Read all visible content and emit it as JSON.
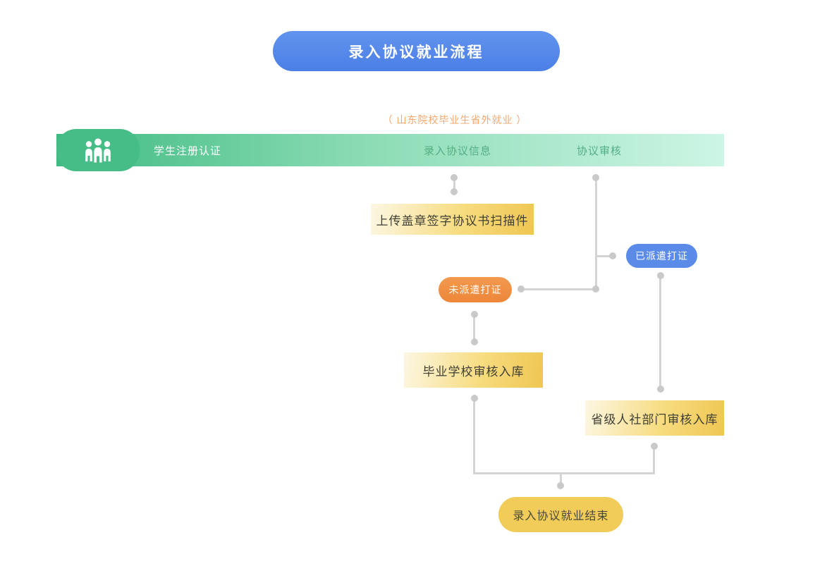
{
  "title": {
    "text": "录入协议就业流程"
  },
  "note": {
    "text": "（ 山东院校毕业生省外就业 ）"
  },
  "lane": {
    "icon": "group-icon",
    "steps": [
      {
        "label": "学生注册认证"
      },
      {
        "label": "录入协议信息"
      },
      {
        "label": "协议审核"
      }
    ]
  },
  "nodes": {
    "upload_box": {
      "label": "上传盖章签字协议书扫描件"
    },
    "dispatched_pill": {
      "label": "已派遣打证"
    },
    "not_dispatched_pill": {
      "label": "未派遣打证"
    },
    "school_box": {
      "label": "毕业学校审核入库"
    },
    "provincial_box": {
      "label": "省级人社部门审核入库"
    },
    "end_pill": {
      "label": "录入协议就业结束"
    }
  },
  "colors": {
    "title_blue": "#5589e9",
    "pill_blue": "#5a8be9",
    "lane_green_start": "#3fba81",
    "lane_green_end": "#cdf5e5",
    "badge_green": "#46bd87",
    "lane_text_green": "#53ae84",
    "note_orange": "#f7a76b",
    "pill_orange": "#ef8e44",
    "box_yellow_start": "#fcf7e3",
    "box_yellow_end": "#efc652",
    "end_pill_yellow": "#f2cc58",
    "connector_gray": "#d4d4d4",
    "dot_gray": "#c9c9c9",
    "box_text": "#3f3f35"
  }
}
